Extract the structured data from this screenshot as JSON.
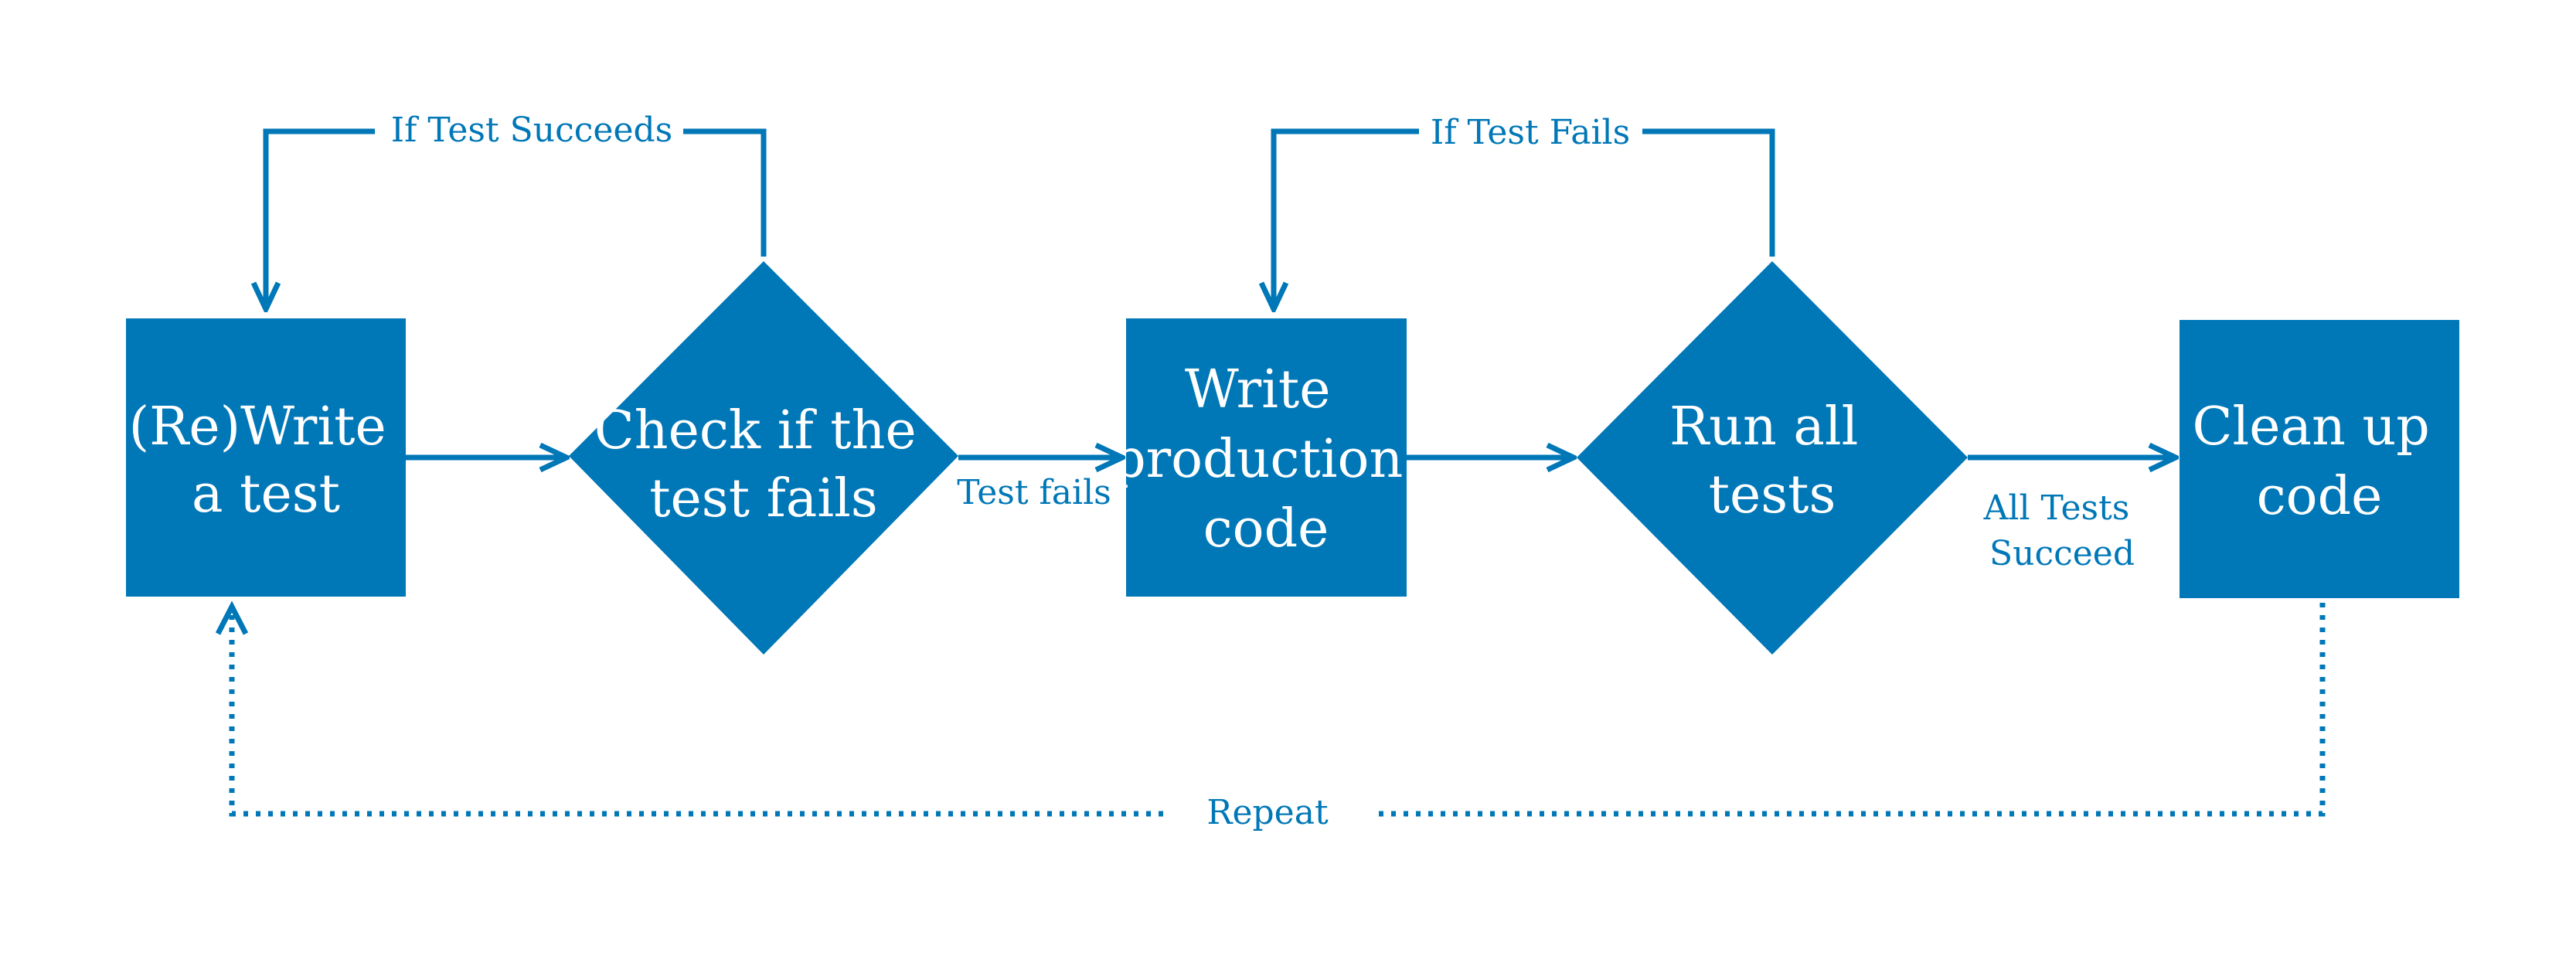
{
  "colors": {
    "primary": "#0077b7",
    "background": "#ffffff"
  },
  "nodes": {
    "rewrite": {
      "line1": "(Re)Write",
      "line2": "a test"
    },
    "check": {
      "line1": "Check if the",
      "line2": "test fails"
    },
    "production": {
      "line1": "Write",
      "line2": "production",
      "line3": "code"
    },
    "run": {
      "line1": "Run all",
      "line2": "tests"
    },
    "cleanup": {
      "line1": "Clean up",
      "line2": "code"
    }
  },
  "edges": {
    "if_succeeds": "If Test Succeeds",
    "test_fails": "Test fails",
    "if_fails": "If Test Fails",
    "all_succeed_line1": "All Tests",
    "all_succeed_line2": "Succeed",
    "repeat": "Repeat"
  }
}
